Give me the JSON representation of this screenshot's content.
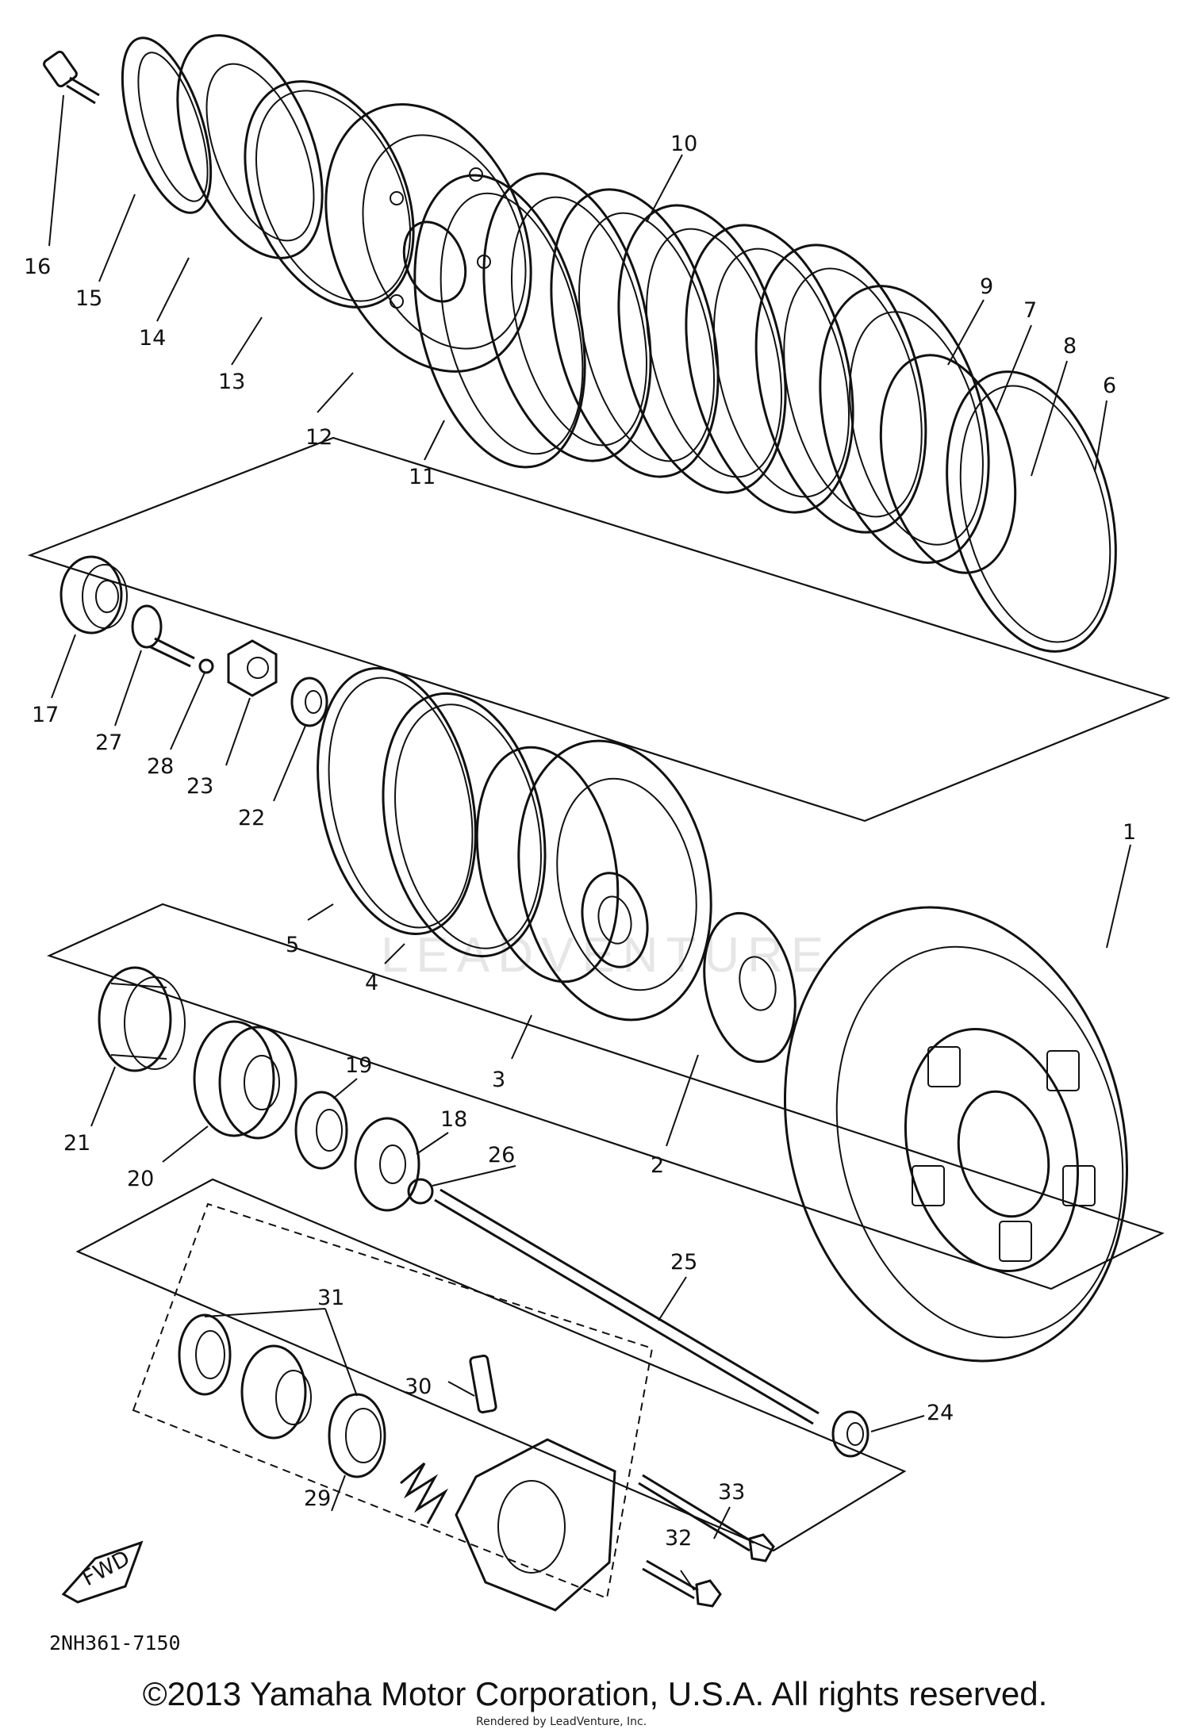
{
  "diagram": {
    "code": "2NH361-7150",
    "fwd_label": "FWD",
    "watermark": "LEADVENTURE",
    "callouts": {
      "p1": "1",
      "p2": "2",
      "p3": "3",
      "p4": "4",
      "p5": "5",
      "p6": "6",
      "p7": "7",
      "p8": "8",
      "p9": "9",
      "p10": "10",
      "p11": "11",
      "p12": "12",
      "p13": "13",
      "p14": "14",
      "p15": "15",
      "p16": "16",
      "p17": "17",
      "p18": "18",
      "p19": "19",
      "p20": "20",
      "p21": "21",
      "p22": "22",
      "p23": "23",
      "p24": "24",
      "p25": "25",
      "p26": "26",
      "p27": "27",
      "p28": "28",
      "p29": "29",
      "p30": "30",
      "p31": "31",
      "p32": "32",
      "p33": "33"
    }
  },
  "footer": {
    "copyright": "©2013 Yamaha Motor Corporation, U.S.A. All rights reserved.",
    "small_note": "Rendered by LeadVenture, Inc."
  }
}
